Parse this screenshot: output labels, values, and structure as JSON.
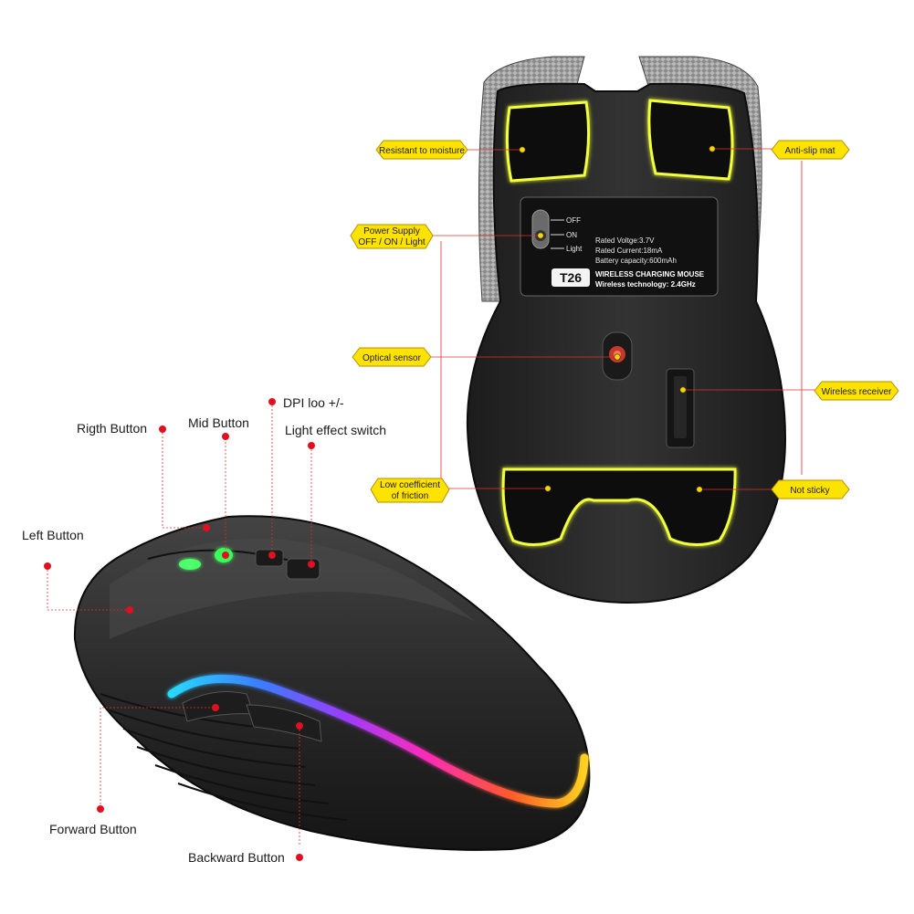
{
  "colors": {
    "callout_fill": "#ffe300",
    "callout_stroke": "#b38f00",
    "leader_line": "#e03030",
    "dot": "#e01020",
    "glow": "#f2ff3a",
    "mouse_body": "#2b2b2b"
  },
  "bottom_view": {
    "callouts": {
      "moisture": "Resistant to moisture",
      "power_line1": "Power Supply",
      "power_line2": "OFF / ON / Light",
      "optical": "Optical sensor",
      "friction_line1": "Low coefficient",
      "friction_line2": "of friction",
      "antislip": "Anti-slip mat",
      "receiver": "Wireless receiver",
      "notsticky": "Not sticky"
    },
    "switch_positions": {
      "off": "OFF",
      "on": "ON",
      "light": "Light"
    },
    "spec_plate": {
      "voltage": "Rated Voltge:3.7V",
      "current": "Rated Current:18mA",
      "battery": "Battery capacity:600mAh",
      "model": "T26",
      "product": "WIRELESS CHARGING MOUSE",
      "tech": "Wireless technology: 2.4GHz"
    }
  },
  "side_view": {
    "labels": {
      "right_button": "Rigth Button",
      "mid_button": "Mid Button",
      "dpi": "DPI loo +/-",
      "light_switch": "Light effect switch",
      "left_button": "Left Button",
      "forward": "Forward Button",
      "backward": "Backward Button"
    }
  }
}
